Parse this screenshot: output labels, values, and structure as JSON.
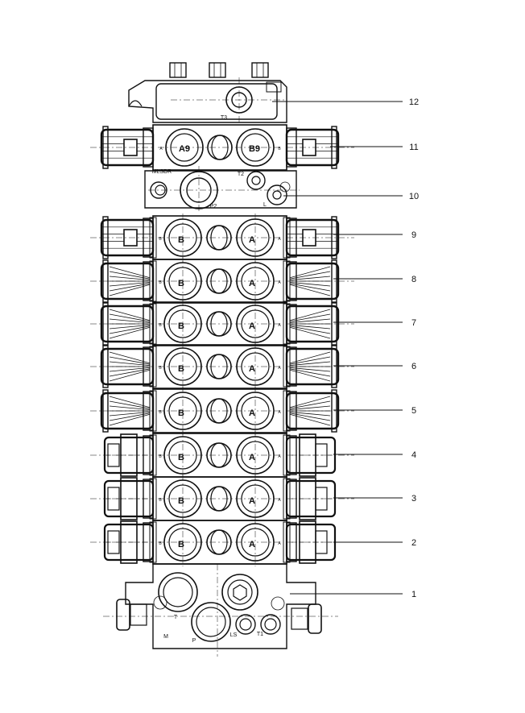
{
  "diagram": {
    "callouts": [
      "12",
      "11",
      "10",
      "9",
      "8",
      "7",
      "6",
      "5",
      "4",
      "3",
      "2",
      "1"
    ],
    "top_cover": {
      "port": "T3"
    },
    "inlet_top": {
      "ports": [
        "A9",
        "B9"
      ],
      "side_marks": [
        "A",
        "B"
      ]
    },
    "mid_inlet": {
      "labels": [
        "MLSDR",
        "P2",
        "T2",
        "L"
      ]
    },
    "sections": [
      {
        "ports": [
          "B",
          "A"
        ],
        "side_marks": [
          "B",
          "A"
        ],
        "style": "lever"
      },
      {
        "ports": [
          "B",
          "A"
        ],
        "side_marks": [
          "B",
          "A"
        ],
        "style": "cone"
      },
      {
        "ports": [
          "B",
          "A"
        ],
        "side_marks": [
          "B",
          "A"
        ],
        "style": "cone"
      },
      {
        "ports": [
          "B",
          "A"
        ],
        "side_marks": [
          "B",
          "A"
        ],
        "style": "cone"
      },
      {
        "ports": [
          "B",
          "A"
        ],
        "side_marks": [
          "B",
          "A"
        ],
        "style": "cone"
      },
      {
        "ports": [
          "B",
          "A"
        ],
        "side_marks": [
          "B",
          "A"
        ],
        "style": "cap"
      },
      {
        "ports": [
          "B",
          "A"
        ],
        "side_marks": [
          "B",
          "A"
        ],
        "style": "cap"
      },
      {
        "ports": [
          "B",
          "A"
        ],
        "side_marks": [
          "B",
          "A"
        ],
        "style": "cap"
      }
    ],
    "base": {
      "labels": [
        "T",
        "M",
        "P",
        "LS",
        "T1"
      ]
    }
  }
}
